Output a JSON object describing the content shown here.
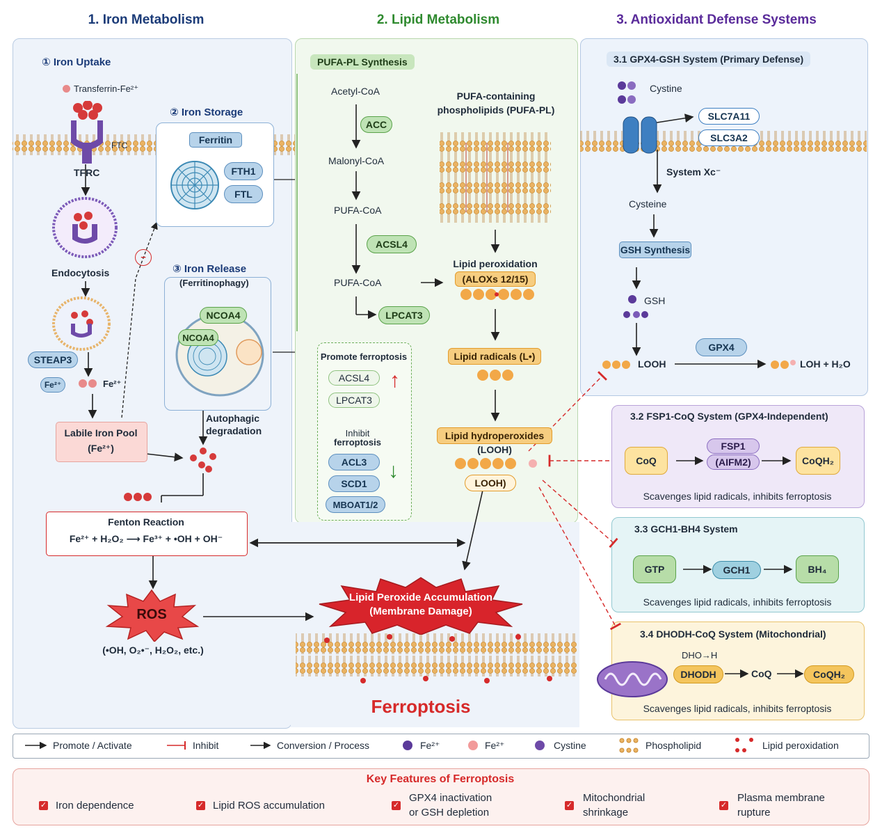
{
  "columns": {
    "iron": "1. Iron Metabolism",
    "lipid": "2. Lipid Metabolism",
    "antioxidant": "3. Antioxidant Defense Systems"
  },
  "iron": {
    "uptake_title": "① Iron Uptake",
    "transferrin": "Transferrin-Fe²⁺",
    "ftc": "FTC",
    "tfrc": "TFRC",
    "endocytosis": "Endocytosis",
    "steap3": "STEAP3",
    "fe2_a": "Fe²⁺",
    "fe2_b": "Fe²⁺",
    "storage_title": "② Iron Storage",
    "ferritin": "Ferritin",
    "fth1": "FTH1",
    "ftl": "FTL",
    "release_title": "③ Iron Release",
    "release_sub": "(Ferritinophagy)",
    "ncoa4_a": "NCOA4",
    "ncoa4_b": "NCOA4",
    "autophagic": "Autophagic",
    "degradation": "degradation",
    "lip_title": "Labile Iron Pool",
    "lip_sub": "(Fe²⁺)",
    "fenton_title": "Fenton Reaction",
    "fenton_eq": "Fe²⁺ + H₂O₂ ⟶ Fe³⁺ + •OH + OH⁻",
    "ros": "ROS",
    "ros_sub": "(•OH, O₂•⁻, H₂O₂, etc.)"
  },
  "lipid": {
    "synth_title": "PUFA-PL Synthesis",
    "acetyl": "Acetyl-CoA",
    "acc": "ACC",
    "malonyl": "Malonyl-CoA",
    "pufa_coa1": "PUFA-CoA",
    "acsl4": "ACSL4",
    "pufa_coa2": "PUFA-CoA",
    "lpcat3": "LPCAT3",
    "pufa_pl_title": "PUFA-containing",
    "pufa_pl_sub": "phospholipids (PUFA-PL)",
    "perox_title": "Lipid peroxidation",
    "alox": "(ALOXs 12/15)",
    "radicals": "Lipid radicals (L•)",
    "hydro_title": "Lipid hydroperoxides",
    "hydro_sub": "(LOOH)",
    "looh_label": "LOOH)",
    "promote_title": "Promote ferroptosis",
    "promote_items": [
      "ACSL4",
      "LPCAT3"
    ],
    "inhibit_title": "Inhibit",
    "inhibit_title2": "ferroptosis",
    "inhibit_items": [
      "ACL3",
      "SCD1",
      "MBOAT1/2"
    ],
    "accum_title": "Lipid Peroxide Accumulation",
    "accum_sub": "(Membrane Damage)",
    "ferroptosis": "Ferroptosis"
  },
  "antioxidant": {
    "gpx_title": "3.1 GPX4-GSH System  (Primary Defense)",
    "cystine": "Cystine",
    "slc7a11": "SLC7A11",
    "slc3a2": "SLC3A2",
    "systemxc": "System Xc⁻",
    "cysteine": "Cysteine",
    "gsh_synth": "GSH Synthesis",
    "gsh": "GSH",
    "gpx4": "GPX4",
    "looh": "LOOH",
    "loh": "LOH + H₂O",
    "fsp1_title": "3.2 FSP1-CoQ System  (GPX4-Independent)",
    "coq": "CoQ",
    "fsp1": "FSP1",
    "aifm2": "(AIFM2)",
    "coqh2": "CoQH₂",
    "fsp1_note": "Scavenges lipid radicals, inhibits ferroptosis",
    "gch1_title": "3.3 GCH1-BH4 System",
    "gtp": "GTP",
    "gch1": "GCH1",
    "bh4": "BH₄",
    "gch1_note": "Scavenges lipid radicals, inhibits ferroptosis",
    "dhodh_title": "3.4 DHODH-CoQ System  (Mitochondrial)",
    "dhodh_small": "DHO→H",
    "dhodh": "DHODH",
    "coq2": "CoQ",
    "coqh2b": "CoQH₂",
    "dhodh_note": "Scavenges lipid radicals, inhibits ferroptosis"
  },
  "legend": {
    "promote": "Promote / Activate",
    "inhibit": "Inhibit",
    "conversion": "Conversion / Process",
    "fe_dark": "Fe²⁺",
    "fe_light": "Fe²⁺",
    "cystine": "Cystine",
    "phospholipid": "Phospholipid",
    "lipid_perox": "Lipid peroxidation"
  },
  "key_features": {
    "title": "Key Features of Ferroptosis",
    "items": [
      "Iron dependence",
      "Lipid ROS accumulation",
      "GPX4 inactivation\nor GSH depletion",
      "Mitochondrial\nshrinkage",
      "Plasma membrane\nrupture"
    ]
  },
  "colors": {
    "iron_title": "#1b3b78",
    "lipid_title": "#2f8a2f",
    "anti_title": "#5a2b9a",
    "accent_red": "#d62a2a"
  }
}
